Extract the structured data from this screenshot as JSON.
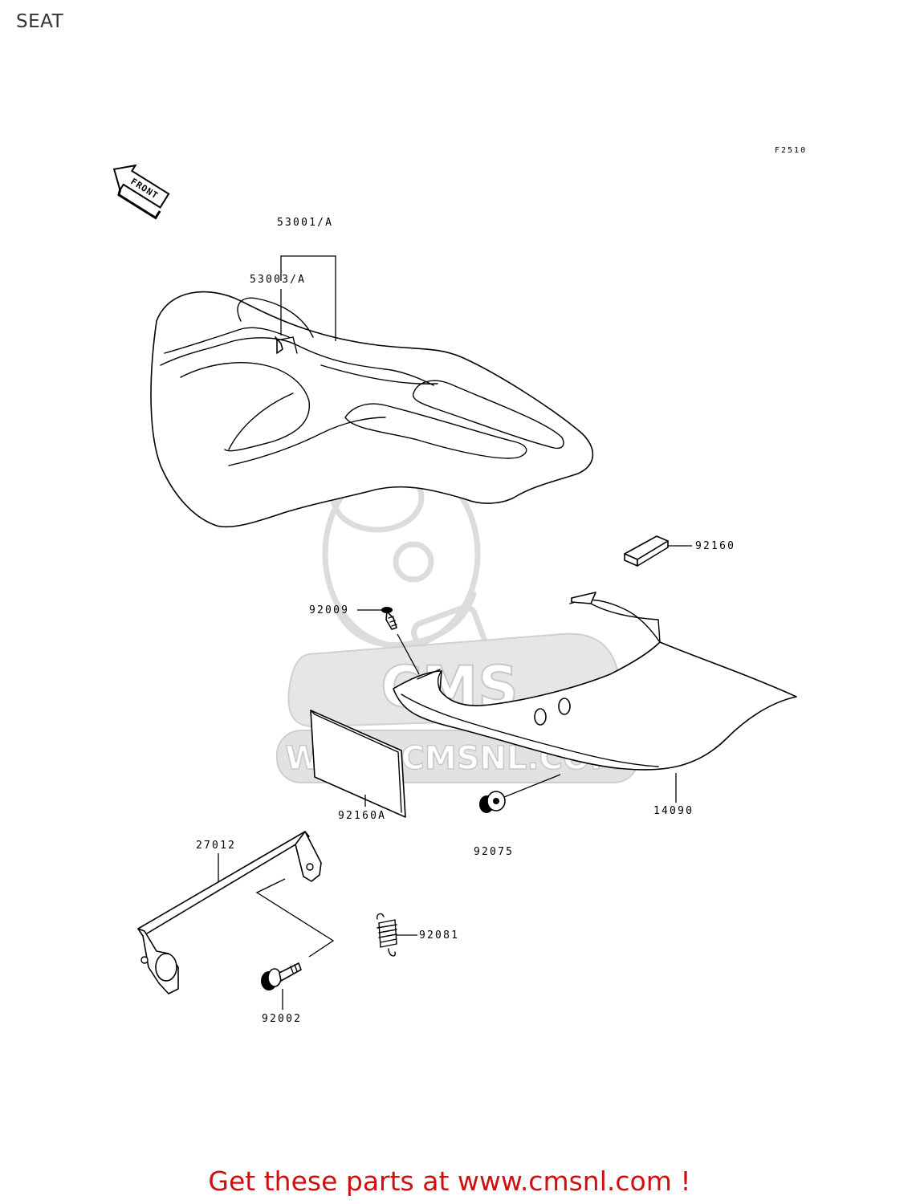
{
  "page": {
    "title": "SEAT",
    "figure_ref": "F2510",
    "front_label": "FRONT",
    "watermark_text": "WWW.CMSNL.COM",
    "watermark_logo": "CMS",
    "footer": "Get these parts at www.cmsnl.com !"
  },
  "parts": {
    "seat_assy": "53001/A",
    "seat_cover": "53003/A",
    "pad_small": "92160",
    "bolt": "92009",
    "pad_large": "92160A",
    "grommet": "92075",
    "tail_cover": "14090",
    "bracket": "27012",
    "spring": "92081",
    "shoulder_bolt": "92002"
  },
  "colors": {
    "footer": "#d01010",
    "ink": "#000000",
    "watermark": "#dcdcdc"
  }
}
